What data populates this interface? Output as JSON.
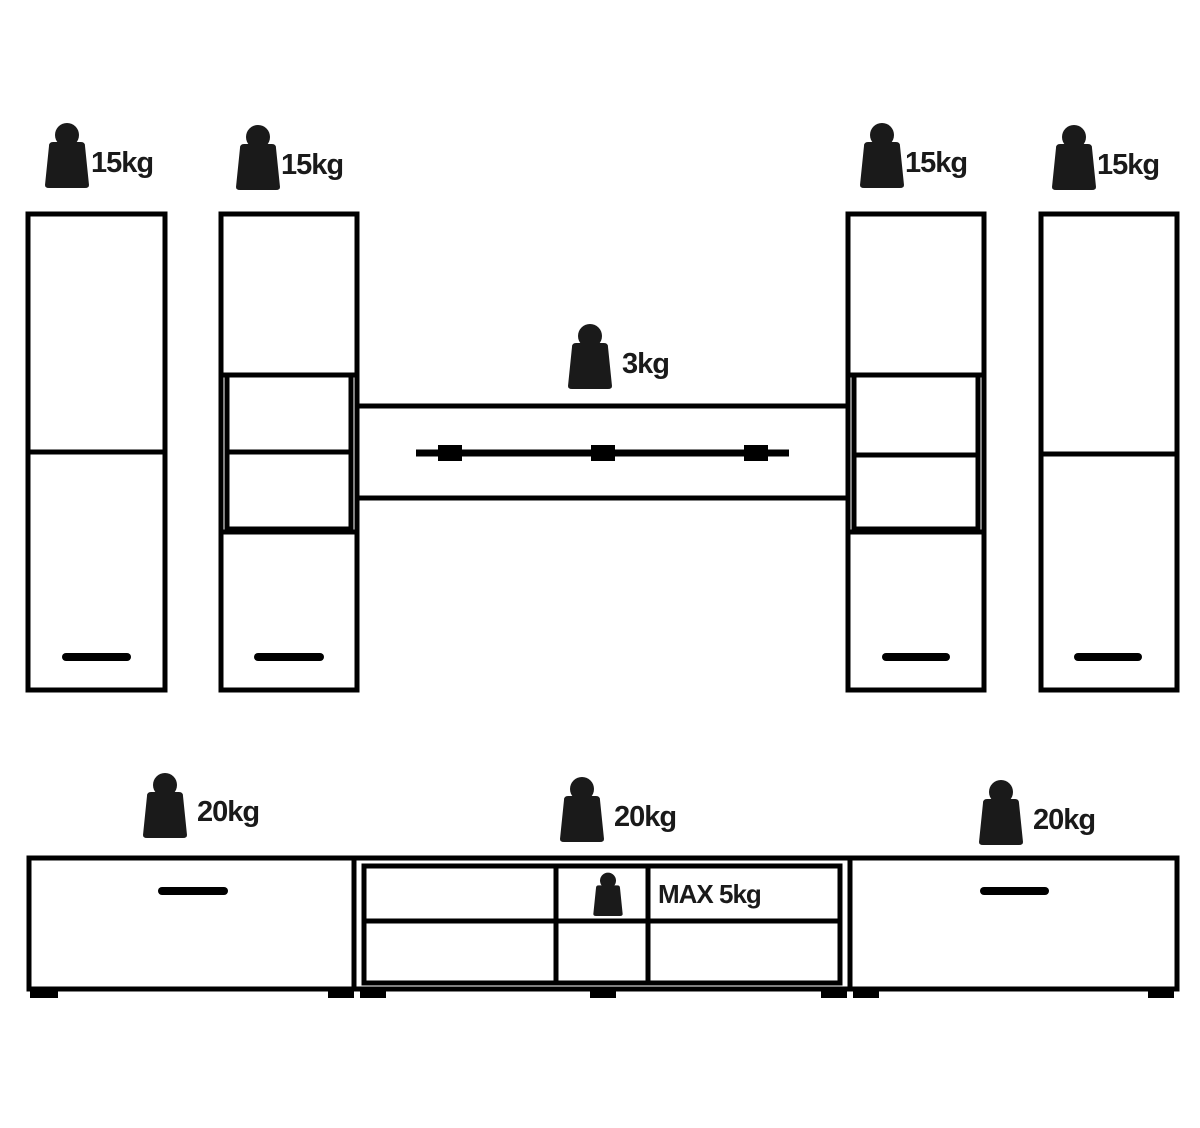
{
  "diagram": {
    "units": {
      "tall_left": {
        "load": "15kg"
      },
      "glass_left": {
        "load": "15kg"
      },
      "wall_shelf": {
        "load": "3kg"
      },
      "glass_right": {
        "load": "15kg"
      },
      "tall_right": {
        "load": "15kg"
      },
      "low_left": {
        "load": "20kg"
      },
      "low_center": {
        "load": "20kg",
        "compartment_load": "MAX 5kg"
      },
      "low_right": {
        "load": "20kg"
      }
    },
    "colors": {
      "line": "#000000",
      "weight_icon": "#1a1a1a",
      "background": "#ffffff"
    },
    "icons": [
      "weight-icon",
      "handle"
    ]
  }
}
